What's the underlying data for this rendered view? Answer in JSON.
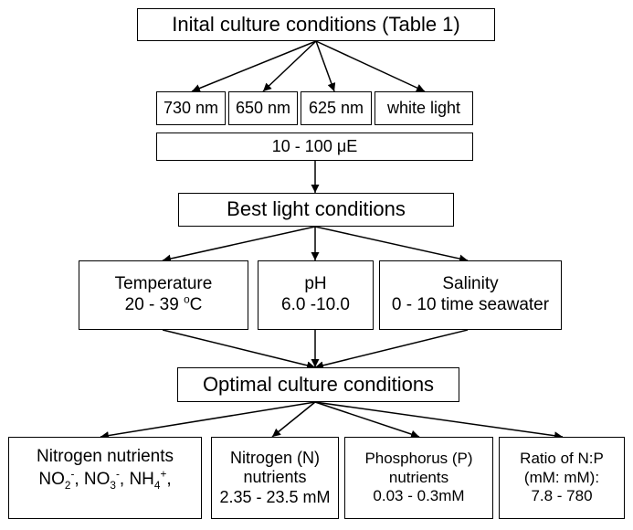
{
  "title": "Inital culture conditions (Table 1)",
  "wavelengths": [
    "730 nm",
    "650 nm",
    "625 nm",
    "white light"
  ],
  "light_intensity": "10 - 100 μE",
  "best_light": "Best light conditions",
  "temperature": {
    "label": "Temperature",
    "range_prefix": "20 - 39 ",
    "unit_sup": "o",
    "unit": "C"
  },
  "ph": {
    "label": "pH",
    "range": "6.0 -10.0"
  },
  "salinity": {
    "label": "Salinity",
    "range": "0 - 10 time seawater"
  },
  "optimal": "Optimal culture conditions",
  "nitrogen_nutrients": {
    "label": "Nitrogen nutrients",
    "no2": "NO",
    "no2_sub": "2",
    "no2_sup": "-",
    "sep1": ", ",
    "no3": "NO",
    "no3_sub": "3",
    "no3_sup": "-",
    "sep2": ", ",
    "nh4": "NH",
    "nh4_sub": "4",
    "nh4_sup": "+",
    "sep3": ","
  },
  "nitrogen_n": {
    "line1": "Nitrogen (N)",
    "line2": "nutrients",
    "line3": "2.35 - 23.5 mM"
  },
  "phosphorus_p": {
    "line1": "Phosphorus (P)",
    "line2": "nutrients",
    "line3": "0.03 - 0.3mM"
  },
  "ratio_np": {
    "line1": "Ratio of N:P",
    "line2": "(mM: mM):",
    "line3": "7.8 - 780"
  }
}
